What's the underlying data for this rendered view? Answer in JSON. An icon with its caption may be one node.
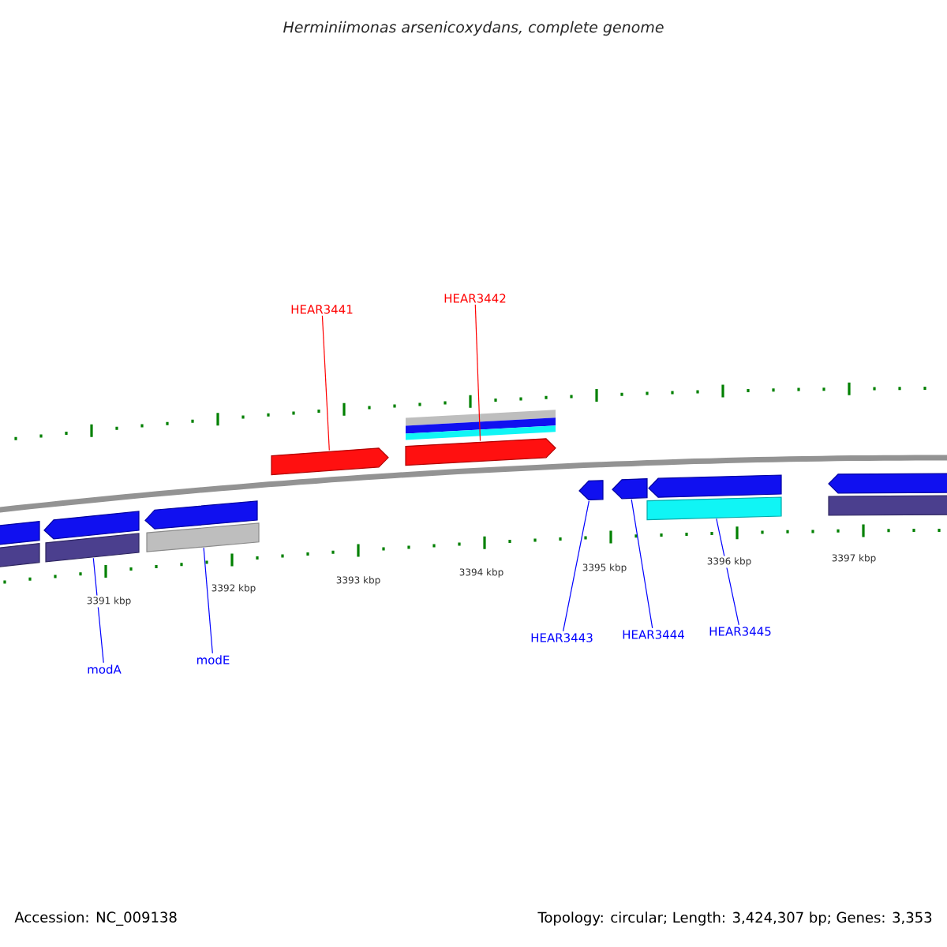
{
  "diagram": {
    "title": "Herminiimonas arsenicoxydans, complete genome",
    "nodes": [
      {
        "text": [
          "HEAR3441"
        ]
      },
      {
        "text": [
          "HEAR3442"
        ]
      },
      {
        "text": [
          "modA"
        ]
      },
      {
        "text": [
          "modE"
        ]
      },
      {
        "text": [
          "HEAR3443"
        ]
      },
      {
        "text": [
          "HEAR3444"
        ]
      },
      {
        "text": [
          "HEAR3445"
        ]
      },
      {
        "text": [],
        "shape": "arrow"
      },
      {
        "text": [],
        "shape": "arrow"
      },
      {
        "text": [],
        "shape": "box"
      },
      {
        "text": [],
        "shape": "box"
      },
      {
        "text": [],
        "shape": "arrow"
      },
      {
        "text": [],
        "shape": "arrow"
      },
      {
        "text": [],
        "shape": "box"
      },
      {
        "text": [],
        "shape": "arrow"
      }
    ],
    "edges": [
      {
        "from": 0,
        "to": 7,
        "arrow": "none",
        "color": "#ff0000"
      },
      {
        "from": 1,
        "to": 8,
        "arrow": "none",
        "color": "#ff0000"
      },
      {
        "from": 2,
        "to": 9,
        "arrow": "none"
      },
      {
        "from": 3,
        "to": 10,
        "arrow": "none"
      },
      {
        "from": 4,
        "to": 11,
        "arrow": "none"
      },
      {
        "from": 5,
        "to": 12,
        "arrow": "none"
      },
      {
        "from": 6,
        "to": 13,
        "arrow": "none"
      }
    ],
    "labels": [
      "3391 kbp",
      "3392 kbp",
      "3393 kbp",
      "3394 kbp",
      "3395 kbp",
      "3396 kbp",
      "3397 kbp",
      "Accession: NC_009138",
      "Topology: circular; Length: 3,424,307 bp; Genes: 3,353"
    ]
  }
}
